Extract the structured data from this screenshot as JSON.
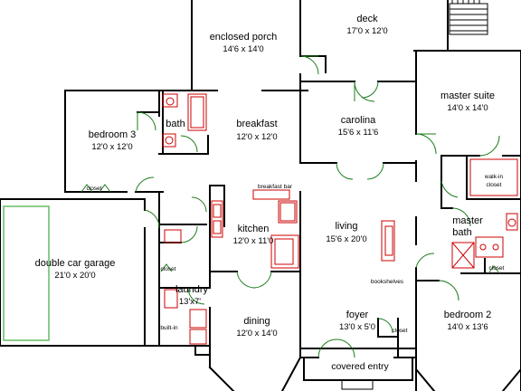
{
  "rooms": {
    "enclosed_porch": {
      "name": "enclosed porch",
      "size": "14'6 x 14'0"
    },
    "deck": {
      "name": "deck",
      "size": "17'0 x 12'0"
    },
    "master_suite": {
      "name": "master suite",
      "size": "14'0 x 14'0"
    },
    "bedroom_3": {
      "name": "bedroom 3",
      "size": "12'0 x 12'0"
    },
    "bath": {
      "name": "bath"
    },
    "breakfast": {
      "name": "breakfast",
      "size": "12'0 x 12'0"
    },
    "carolina": {
      "name": "carolina",
      "size": "15'6 x 11'6"
    },
    "kitchen": {
      "name": "kitchen",
      "size": "12'0 x 11'0"
    },
    "living": {
      "name": "living",
      "size": "15'6 x 20'0"
    },
    "master_bath": {
      "name_line1": "master",
      "name_line2": "bath"
    },
    "double_car_garage": {
      "name": "double car garage",
      "size": "21'0 x 20'0"
    },
    "laundry": {
      "name": "laundry",
      "size": "13'x7'"
    },
    "dining": {
      "name": "dining",
      "size": "12'0 x 14'0"
    },
    "foyer": {
      "name": "foyer",
      "size": "13'0 x 5'0"
    },
    "bedroom_2": {
      "name": "bedroom 2",
      "size": "14'0 x 13'6"
    },
    "covered_entry": {
      "name": "covered entry"
    }
  },
  "small_labels": {
    "closet_bedroom3": "closet",
    "closet_laundry": "closet",
    "closet_master_bath": "closet",
    "closet_foyer": "closet",
    "walk_in_line1": "walk-in",
    "walk_in_line2": "closet",
    "breakfast_bar": "breakfast bar",
    "bookshelves": "bookshelves",
    "built_in": "built-in"
  },
  "colors": {
    "wall": "#000000",
    "fixture": "#cc0000",
    "door": "#1e7d1e",
    "garage_outline": "#66bb66",
    "background": "#ffffff"
  }
}
